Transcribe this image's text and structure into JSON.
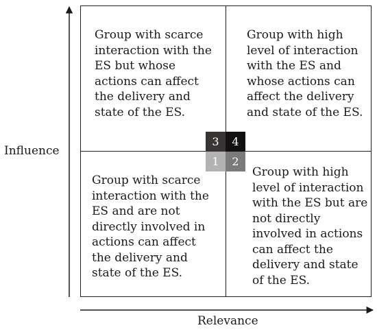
{
  "axes": {
    "y_label": "Influence",
    "x_label": "Relevance"
  },
  "quadrants": {
    "top_left": "Group with scarce\ninteraction with the\nES but whose\nactions can affect\nthe delivery and\nstate of the ES.",
    "top_right": "Group with high\nlevel of interaction\nwith the ES and\nwhose actions can\naffect the delivery\nand state of the ES.",
    "bottom_left": "Group with scarce\ninteraction with the\nES and are not\ndirectly involved in\nactions can affect\nthe delivery and\nstate of the ES.",
    "bottom_right": "Group with high\nlevel of interaction\nwith the ES but are\nnot directly\ninvolved in actions\ncan affect the\ndelivery and state\nof the ES."
  },
  "center_cells": {
    "top_left": "3",
    "top_right": "4",
    "bottom_left": "1",
    "bottom_right": "2"
  },
  "colors": {
    "cell_3": "#3a3535",
    "cell_4": "#111111",
    "cell_1": "#b3b3b3",
    "cell_2": "#7a7a7a"
  }
}
